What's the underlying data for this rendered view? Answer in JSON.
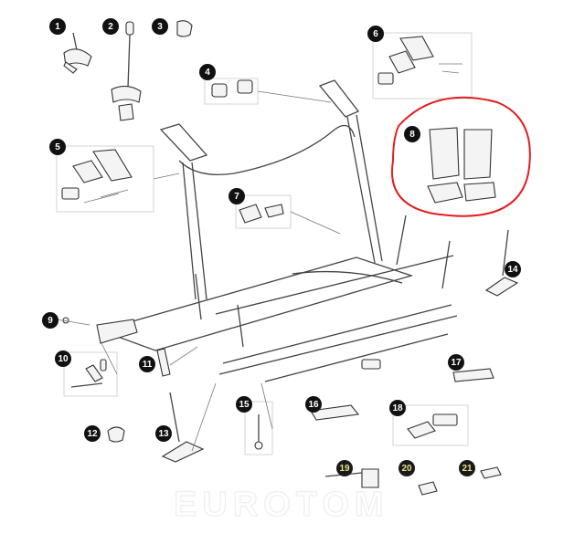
{
  "callouts": [
    {
      "id": "c1",
      "label": "1"
    },
    {
      "id": "c2",
      "label": "2"
    },
    {
      "id": "c3",
      "label": "3"
    },
    {
      "id": "c4",
      "label": "4"
    },
    {
      "id": "c5",
      "label": "5"
    },
    {
      "id": "c6",
      "label": "6"
    },
    {
      "id": "c7",
      "label": "7"
    },
    {
      "id": "c8",
      "label": "8"
    },
    {
      "id": "c9",
      "label": "9"
    },
    {
      "id": "c10",
      "label": "10"
    },
    {
      "id": "c11",
      "label": "11"
    },
    {
      "id": "c12",
      "label": "12"
    },
    {
      "id": "c13",
      "label": "13"
    },
    {
      "id": "c14",
      "label": "14"
    },
    {
      "id": "c15",
      "label": "15"
    },
    {
      "id": "c16",
      "label": "16"
    },
    {
      "id": "c17",
      "label": "17"
    },
    {
      "id": "c18",
      "label": "18"
    },
    {
      "id": "c19",
      "label": "19"
    },
    {
      "id": "c20",
      "label": "20"
    },
    {
      "id": "c21",
      "label": "21"
    }
  ],
  "watermark": "EUROTOM",
  "colors": {
    "ink": "#333333",
    "highlight_circle": "#e02020",
    "callout_bg": "#111111"
  }
}
